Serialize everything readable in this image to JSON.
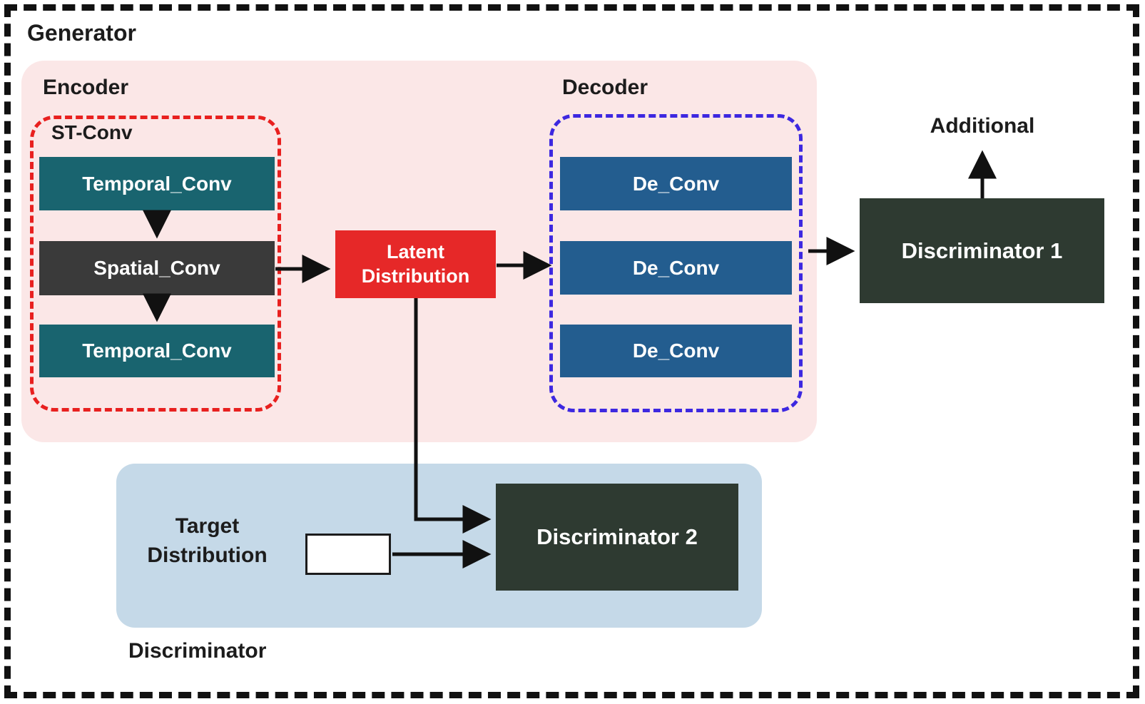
{
  "diagram": {
    "generator_label": "Generator",
    "encoder": {
      "label": "Encoder",
      "st_conv_label": "ST-Conv",
      "blocks": [
        {
          "label": "Temporal_Conv"
        },
        {
          "label": "Spatial_Conv"
        },
        {
          "label": "Temporal_Conv"
        }
      ]
    },
    "latent": {
      "line1": "Latent",
      "line2": "Distribution"
    },
    "decoder": {
      "label": "Decoder",
      "blocks": [
        {
          "label": "De_Conv"
        },
        {
          "label": "De_Conv"
        },
        {
          "label": "De_Conv"
        }
      ]
    },
    "discriminator1": {
      "label": "Discriminator 1",
      "output_label": "Additional"
    },
    "discriminator_panel": {
      "label": "Discriminator",
      "target_line1": "Target",
      "target_line2": "Distribution",
      "discriminator2_label": "Discriminator 2"
    },
    "colors": {
      "temporal_conv": "#19646f",
      "spatial_conv": "#3a3a3a",
      "latent": "#e62828",
      "de_conv": "#235d8f",
      "discriminator_box": "#2e3a31",
      "encoder_dashed_border": "#e8201f",
      "decoder_dashed_border": "#3d28e0",
      "generator_panel": "#fbe7e7",
      "discriminator_panel": "#c5d9e8",
      "outer_border": "#111111"
    }
  }
}
